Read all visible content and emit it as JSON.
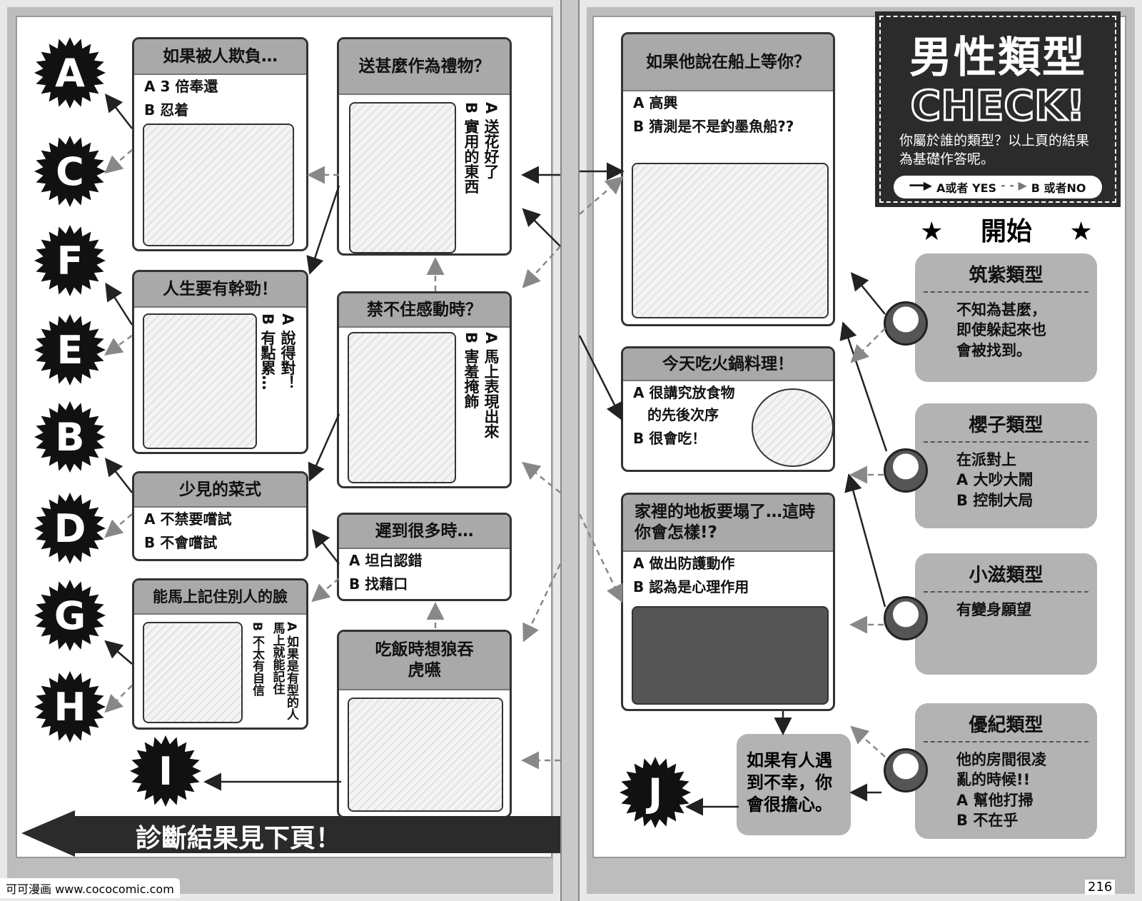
{
  "left_page": {
    "questions": [
      {
        "title": "如果被人欺負…",
        "lines": [
          "A 3 倍奉還",
          "B 忍着"
        ]
      },
      {
        "title": "送甚麼作為禮物？",
        "vertical": [
          "A 送花好了",
          "B 實用的東西"
        ]
      },
      {
        "title": "人生要有幹勁！",
        "vertical": [
          "A 說得對！",
          "B 有點累…"
        ]
      },
      {
        "title": "禁不住感動時？",
        "vertical": [
          "A 馬上表現出來",
          "B 害羞掩飾"
        ]
      },
      {
        "title": "少見的菜式",
        "lines": [
          "A 不禁要嚐試",
          "B 不會嚐試"
        ]
      },
      {
        "title": "遲到很多時…",
        "lines": [
          "A 坦白認錯",
          "B 找藉口"
        ]
      },
      {
        "title": "能馬上記住別人的臉",
        "vertical": [
          "A 如果是有型的人馬上就能記住",
          "B 不太有自信"
        ]
      },
      {
        "title": "吃飯時想狼吞虎嚥"
      }
    ],
    "results": [
      "A",
      "C",
      "F",
      "E",
      "B",
      "D",
      "G",
      "H",
      "I"
    ],
    "banner": "診斷結果見下頁！",
    "watermark": "可可漫画 www.cococomic.com"
  },
  "right_page": {
    "header": {
      "title_cn": "男性類型",
      "title_en": "CHECK!",
      "subtitle": "你屬於誰的類型？以上頁的結果為基礎作答呢。",
      "legend_yes": "A或者 YES",
      "legend_no": "B 或者NO"
    },
    "start": "開始",
    "questions": [
      {
        "title": "如果他說在船上等你？",
        "lines": [
          "A 高興",
          "B 猜測是不是釣墨魚船??"
        ]
      },
      {
        "title": "今天吃火鍋料理！",
        "lines": [
          "A 很講究放食物",
          "　的先後次序",
          "B 很會吃！"
        ]
      },
      {
        "title": "家裡的地板要塌了…這時你會怎樣!?",
        "lines": [
          "A 做出防護動作",
          "B 認為是心理作用"
        ]
      },
      {
        "title": "如果有人遇到不幸，你會很擔心。"
      }
    ],
    "types": [
      {
        "name": "筑紫類型",
        "text": [
          "不知為甚麼，",
          "即使躲起來也",
          "會被找到。"
        ]
      },
      {
        "name": "櫻子類型",
        "text": [
          "在派對上",
          "A 大吵大鬧",
          "B 控制大局"
        ]
      },
      {
        "name": "小滋類型",
        "text": [
          "有變身願望"
        ]
      },
      {
        "name": "優紀類型",
        "text": [
          "他的房間很凌",
          "亂的時候!!",
          "A 幫他打掃",
          "B 不在乎"
        ]
      }
    ],
    "result": "J",
    "page_number": "216"
  },
  "colors": {
    "dark": "#2b2b2b",
    "gray": "#a9a9a9"
  }
}
